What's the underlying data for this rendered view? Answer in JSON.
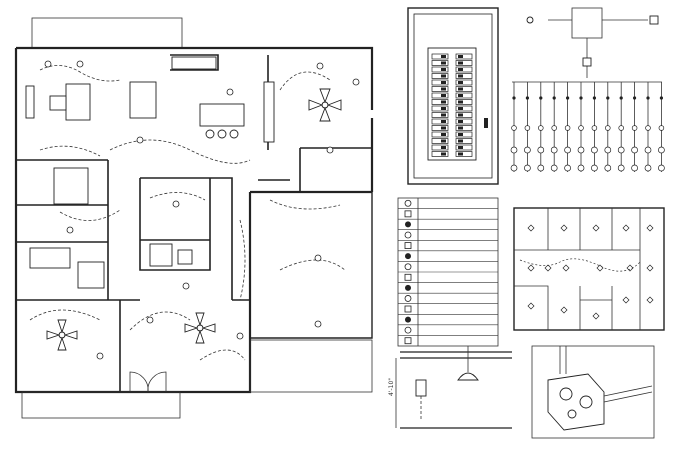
{
  "drawing": {
    "panels": [
      "floor-plan",
      "electrical-panel",
      "wiring-riser",
      "symbol-legend",
      "mini-plan",
      "wall-section",
      "junction-box-detail"
    ],
    "legend_rows": 14,
    "breaker_pairs": 16,
    "riser_branches": 12,
    "detail_dimension": "4'-10\""
  }
}
